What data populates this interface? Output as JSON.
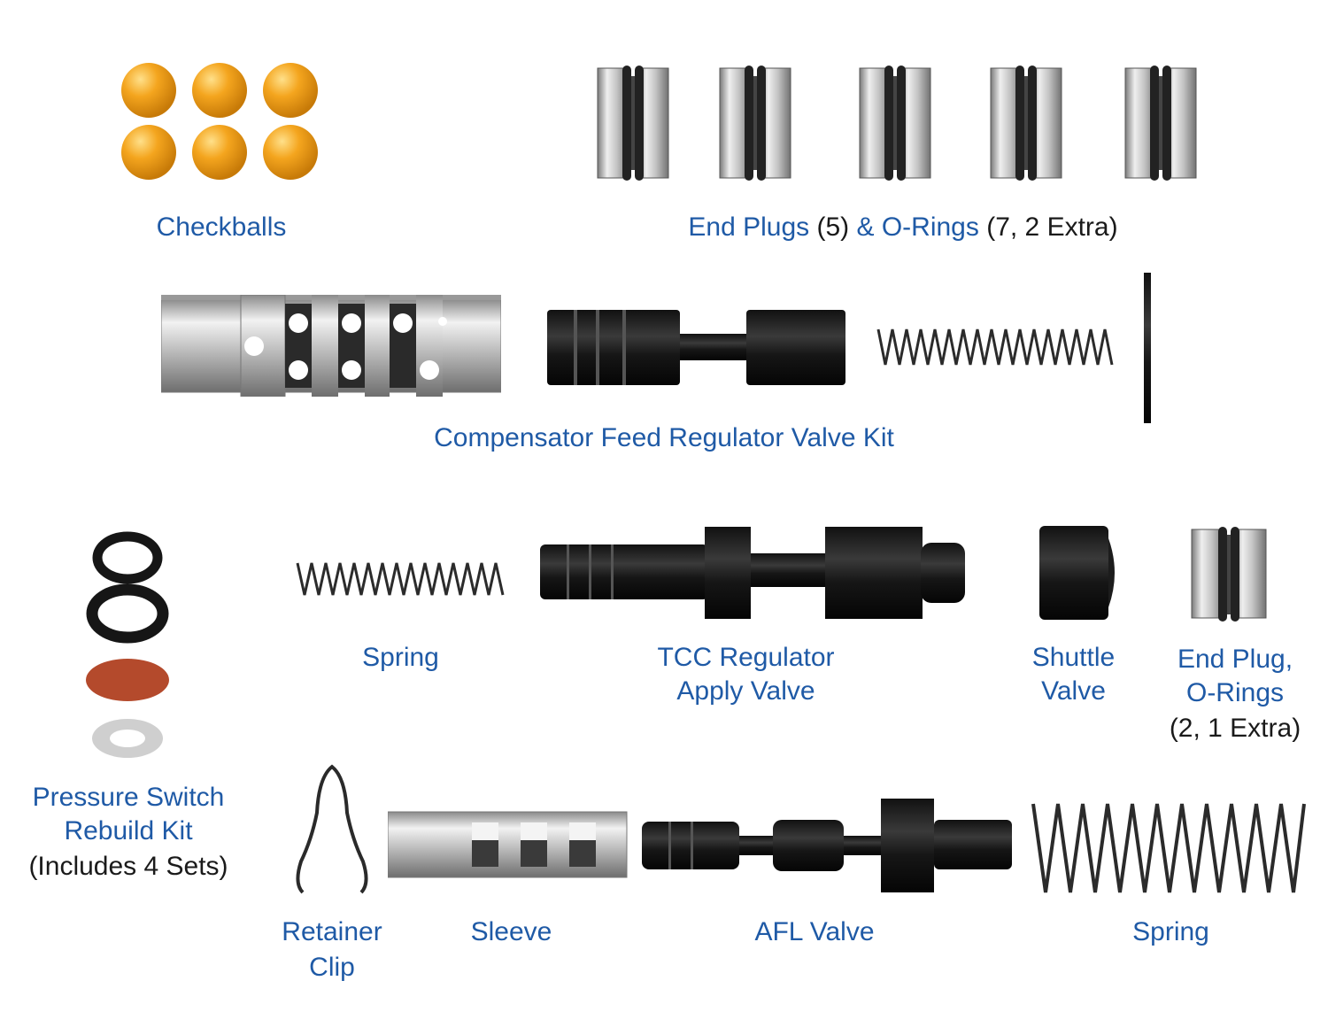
{
  "labels": {
    "checkballs": "Checkballs",
    "end_plugs": {
      "part1": "End Plugs",
      "qty1": " (5) ",
      "part2": "& O-Rings",
      "qty2": " (7, 2 Extra)"
    },
    "comp_feed_kit": "Compensator Feed Regulator Valve Kit",
    "spring_upper": "Spring",
    "tcc_line1": "TCC Regulator",
    "tcc_line2": "Apply Valve",
    "shuttle_line1": "Shuttle",
    "shuttle_line2": "Valve",
    "end_plug_line1": "End Plug,",
    "end_plug_line2": "O-Rings",
    "end_plug_line3": "(2, 1 Extra)",
    "ps_line1": "Pressure Switch",
    "ps_line2": "Rebuild Kit",
    "ps_line3": "(Includes 4 Sets)",
    "retainer_line1": "Retainer",
    "retainer_line2": "Clip",
    "sleeve": "Sleeve",
    "afl": "AFL Valve",
    "spring_lower": "Spring"
  },
  "colors": {
    "label_blue": "#1f5aa6",
    "checkball_orange": "#f0a21c",
    "pressure_disc_red": "#b44a2c",
    "pressure_disc_gray": "#cfcfcf",
    "oring_black": "#161616"
  }
}
